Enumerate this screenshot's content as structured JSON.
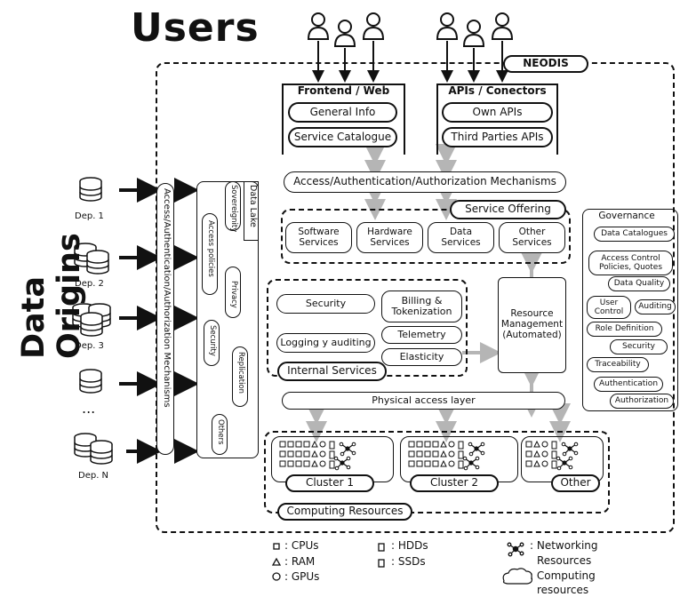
{
  "users_label": "Users",
  "data_origins_label": "Data Origins",
  "neodis_label": "NEODIS",
  "frontend": {
    "title": "Frontend / Web",
    "items": [
      "General Info",
      "Service Catalogue"
    ]
  },
  "apis": {
    "title": "APIs / Conectors",
    "items": [
      "Own APIs",
      "Third Parties APIs"
    ]
  },
  "access_layer": "Access/Authentication/Authorization Mechanisms",
  "service_offering": {
    "label": "Service Offering",
    "items": [
      {
        "line1": "Software",
        "line2": "Services"
      },
      {
        "line1": "Hardware",
        "line2": "Services"
      },
      {
        "line1": "Data",
        "line2": "Services"
      },
      {
        "line1": "Other",
        "line2": "Services"
      }
    ]
  },
  "governance": {
    "title": "Governance",
    "items": {
      "catalogues": "Data Catalogues",
      "acp1": "Access Control",
      "acp2": "Policies, Quotes",
      "quality": "Data Quality",
      "uc1": "User",
      "uc2": "Control",
      "auditing": "Auditing",
      "role": "Role Definition",
      "security": "Security",
      "traceability": "Traceability",
      "authentication": "Authentication",
      "authorization": "Authorization"
    }
  },
  "internal_services": {
    "label": "Internal Services",
    "security": "Security",
    "billing1": "Billing &",
    "billing2": "Tokenization",
    "logging": "Logging y auditing",
    "telemetry": "Telemetry",
    "elasticity": "Elasticity"
  },
  "resource_management": {
    "line1": "Resource",
    "line2": "Management",
    "line3": "(Automated)"
  },
  "physical_layer": "Physical access layer",
  "computing": {
    "label": "Computing Resources",
    "clusters": [
      "Cluster 1",
      "Cluster 2",
      "Other"
    ]
  },
  "data_lake": {
    "title": "Data Lake",
    "items": [
      "Sovereignity",
      "Access policies",
      "Privacy",
      "Security",
      "Replication",
      "Others"
    ]
  },
  "ingest_access_label": "Access/Authentication/Authorization Mechanisms",
  "departments": [
    "Dep. 1",
    "Dep. 2",
    "Dep. 3",
    "...",
    "Dep. N"
  ],
  "legend": {
    "cpus": ": CPUs",
    "ram": ": RAM",
    "gpus": ": GPUs",
    "hdds": ": HDDs",
    "ssds": ": SSDs",
    "net1": ": Networking",
    "net2": "Resources",
    "comp1": ": Computing",
    "comp2": "resources"
  }
}
